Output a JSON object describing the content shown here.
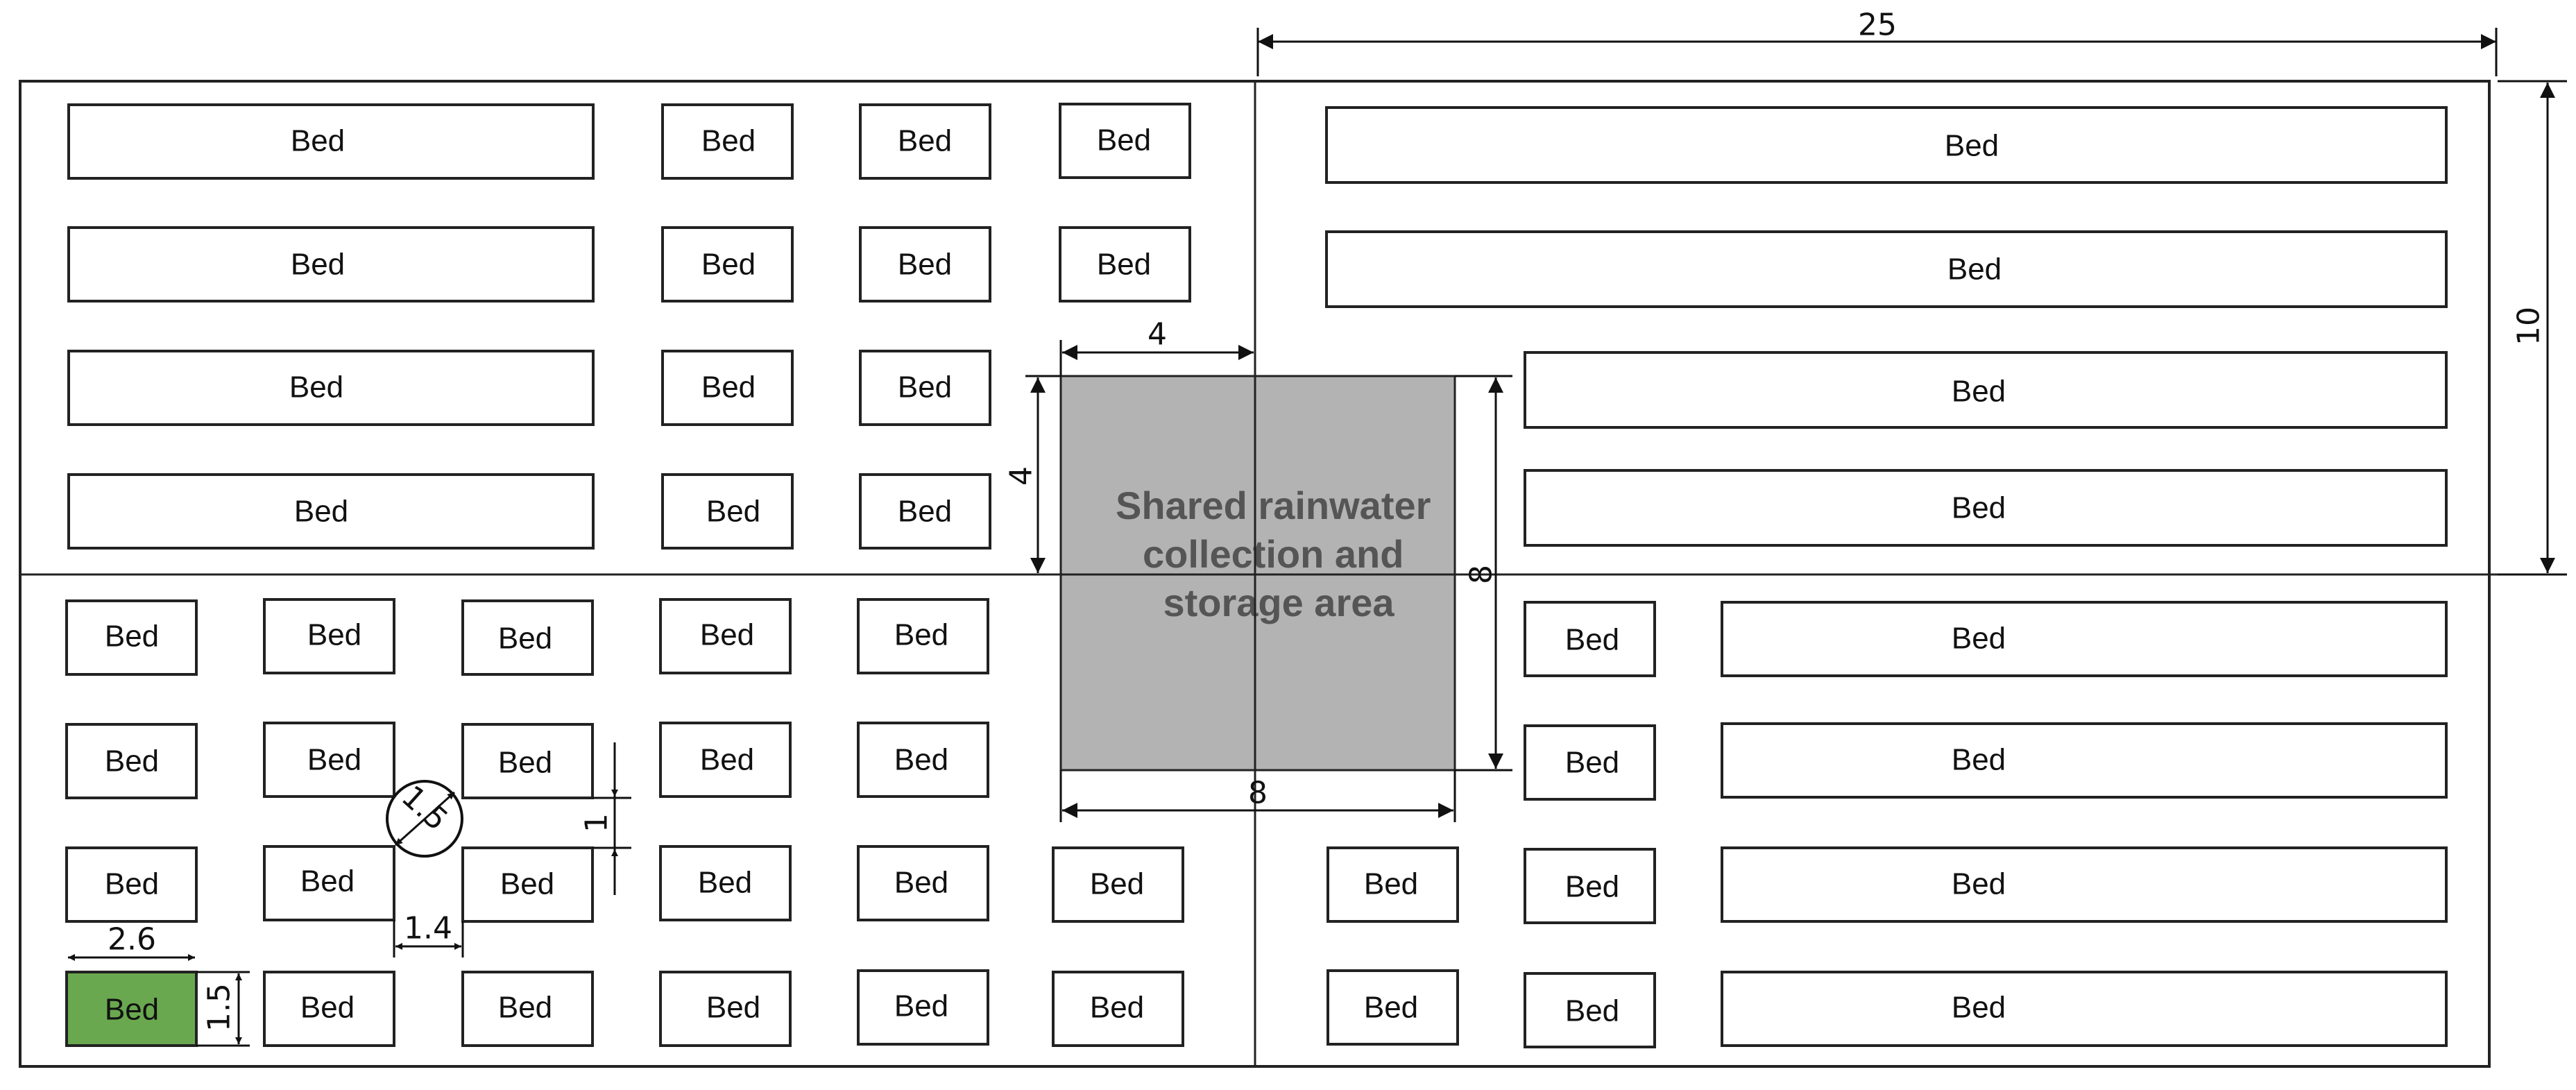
{
  "bed_label": "Bed",
  "storage_area": {
    "lines": [
      "Shared rainwater",
      "collection and",
      "storage area"
    ],
    "color": "#b3b3b3"
  },
  "highlight_color": "#6aa84f",
  "dimensions": {
    "overall_width": "25",
    "overall_height": "10",
    "storage_top_width": "4",
    "storage_left_height": "4",
    "storage_right_height": "8",
    "storage_bottom_width": "8",
    "bed_width": "2.6",
    "bed_height": "1.5",
    "bed_gap_x": "1.4",
    "bed_gap_y": "1",
    "diagonal": "1.5"
  }
}
